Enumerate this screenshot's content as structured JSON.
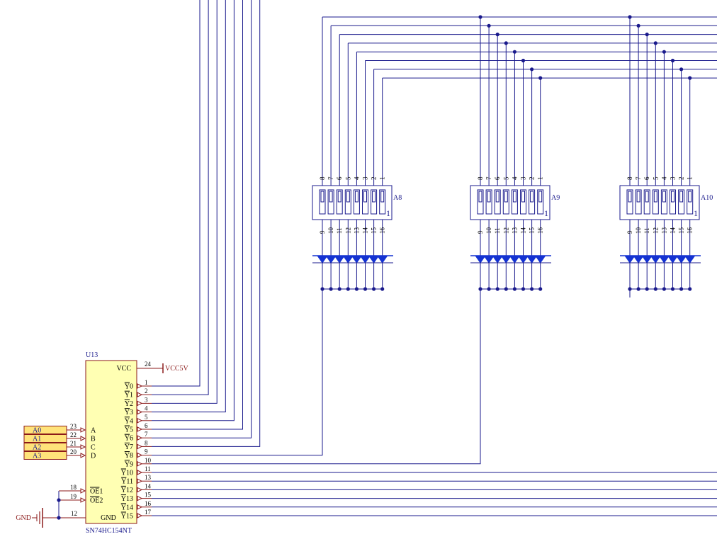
{
  "colors": {
    "wire": "#1a1a8c",
    "chip_fill": "#ffffb3",
    "chip_border": "#8b1a1a",
    "label_text": "#1a1a8c",
    "power_text": "#8b1a1a",
    "junction": "#1a1a8c",
    "port_fill": "#ffe37a",
    "port_border": "#8b1a1a",
    "led_fill": "#1432d2",
    "switch_fill": "#ffffff"
  },
  "chip": {
    "designator": "U13",
    "part": "SN74HC154NT",
    "vcc_label": "VCC",
    "vcc_pin": "24",
    "gnd_label": "GND",
    "gnd_pin": "12",
    "inputs": [
      {
        "label": "A",
        "pin": "23"
      },
      {
        "label": "B",
        "pin": "22"
      },
      {
        "label": "C",
        "pin": "21"
      },
      {
        "label": "D",
        "pin": "20"
      }
    ],
    "enables": [
      {
        "label": "OE",
        "index": "1",
        "pin": "18"
      },
      {
        "label": "OE",
        "index": "2",
        "pin": "19"
      }
    ],
    "outputs": [
      {
        "label": "Y",
        "index": "0",
        "pin": "1"
      },
      {
        "label": "Y",
        "index": "1",
        "pin": "2"
      },
      {
        "label": "Y",
        "index": "2",
        "pin": "3"
      },
      {
        "label": "Y",
        "index": "3",
        "pin": "4"
      },
      {
        "label": "Y",
        "index": "4",
        "pin": "5"
      },
      {
        "label": "Y",
        "index": "5",
        "pin": "6"
      },
      {
        "label": "Y",
        "index": "6",
        "pin": "7"
      },
      {
        "label": "Y",
        "index": "7",
        "pin": "8"
      },
      {
        "label": "Y",
        "index": "8",
        "pin": "9"
      },
      {
        "label": "Y",
        "index": "9",
        "pin": "10"
      },
      {
        "label": "Y",
        "index": "10",
        "pin": "11"
      },
      {
        "label": "Y",
        "index": "11",
        "pin": "13"
      },
      {
        "label": "Y",
        "index": "12",
        "pin": "14"
      },
      {
        "label": "Y",
        "index": "13",
        "pin": "15"
      },
      {
        "label": "Y",
        "index": "14",
        "pin": "16"
      },
      {
        "label": "Y",
        "index": "15",
        "pin": "17"
      }
    ]
  },
  "ports": [
    "A0",
    "A1",
    "A2",
    "A3"
  ],
  "power": {
    "vcc_net": "VCC5V",
    "gnd_net": "GND"
  },
  "dip_switches": [
    {
      "designator": "A8",
      "corner_mark": "1"
    },
    {
      "designator": "A9",
      "corner_mark": "1"
    },
    {
      "designator": "A10",
      "corner_mark": "1"
    }
  ],
  "dip_top_pins": [
    "8",
    "7",
    "6",
    "5",
    "4",
    "3",
    "2",
    "1"
  ],
  "dip_bottom_pins": [
    "9",
    "10",
    "11",
    "12",
    "13",
    "14",
    "15",
    "16"
  ]
}
